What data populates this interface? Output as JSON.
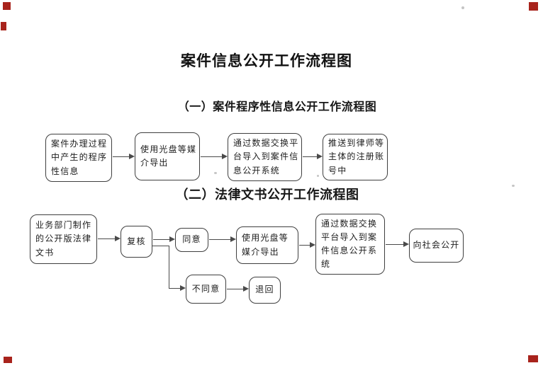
{
  "page": {
    "title": "案件信息公开工作流程图"
  },
  "sections": [
    {
      "heading": "（一）案件程序性信息公开工作流程图"
    },
    {
      "heading": "（二）法律文书公开工作流程图"
    }
  ],
  "flow1": {
    "nodes": [
      {
        "id": "a1",
        "label": "案件办理过程\n中产生的程序\n性信息"
      },
      {
        "id": "a2",
        "label": "使用光盘等媒\n介导出"
      },
      {
        "id": "a3",
        "label": "通过数据交换平\n台导入到案件信\n息公开系统"
      },
      {
        "id": "a4",
        "label": "推送到律师等\n主体的注册账\n号中"
      }
    ]
  },
  "flow2": {
    "nodes": [
      {
        "id": "b1",
        "label": "业务部门制作\n的公开版法律\n文书"
      },
      {
        "id": "b2",
        "label": "复核"
      },
      {
        "id": "b3",
        "label": "同意"
      },
      {
        "id": "b4",
        "label": "使用光盘等\n媒介导出"
      },
      {
        "id": "b5",
        "label": "通过数据交换\n平台导入到案\n件信息公开系\n统"
      },
      {
        "id": "b6",
        "label": "向社会公开"
      },
      {
        "id": "b7",
        "label": "不同意"
      },
      {
        "id": "b8",
        "label": "退回"
      }
    ]
  }
}
